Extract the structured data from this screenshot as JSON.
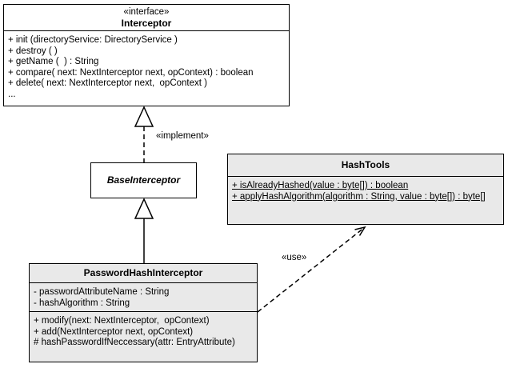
{
  "diagram": {
    "title": "PasswordHashInterceptor UML class diagram",
    "colors": {
      "background": "#ffffff",
      "border": "#000000",
      "box_fill_white": "#ffffff",
      "box_fill_gray": "#e9e9e9"
    },
    "classes": {
      "interceptor": {
        "stereotype": "«interface»",
        "name": "Interceptor",
        "methods": [
          "+ init (directoryService: DirectoryService )",
          "+ destroy ( )",
          "+ getName (  ) : String",
          "+ compare( next: NextInterceptor next, opContext) : boolean",
          "+ delete( next: NextInterceptor next,  opContext )",
          "..."
        ]
      },
      "base_interceptor": {
        "name": "BaseInterceptor"
      },
      "hash_tools": {
        "name": "HashTools",
        "methods": [
          "+ isAlreadyHashed(value : byte[]) : boolean",
          "+ applyHashAlgorithm(algorithm : String, value : byte[]) : byte[]"
        ]
      },
      "password_hash_interceptor": {
        "name": "PasswordHashInterceptor",
        "attributes": [
          "- passwordAttributeName : String",
          "- hashAlgorithm : String"
        ],
        "methods": [
          "+ modify(next: NextInterceptor,  opContext)",
          "+ add(NextInterceptor next, opContext)",
          "# hashPasswordIfNeccessary(attr: EntryAttribute)"
        ]
      }
    },
    "relationships": {
      "implement_label": "«implement»",
      "use_label": "«use»"
    }
  }
}
